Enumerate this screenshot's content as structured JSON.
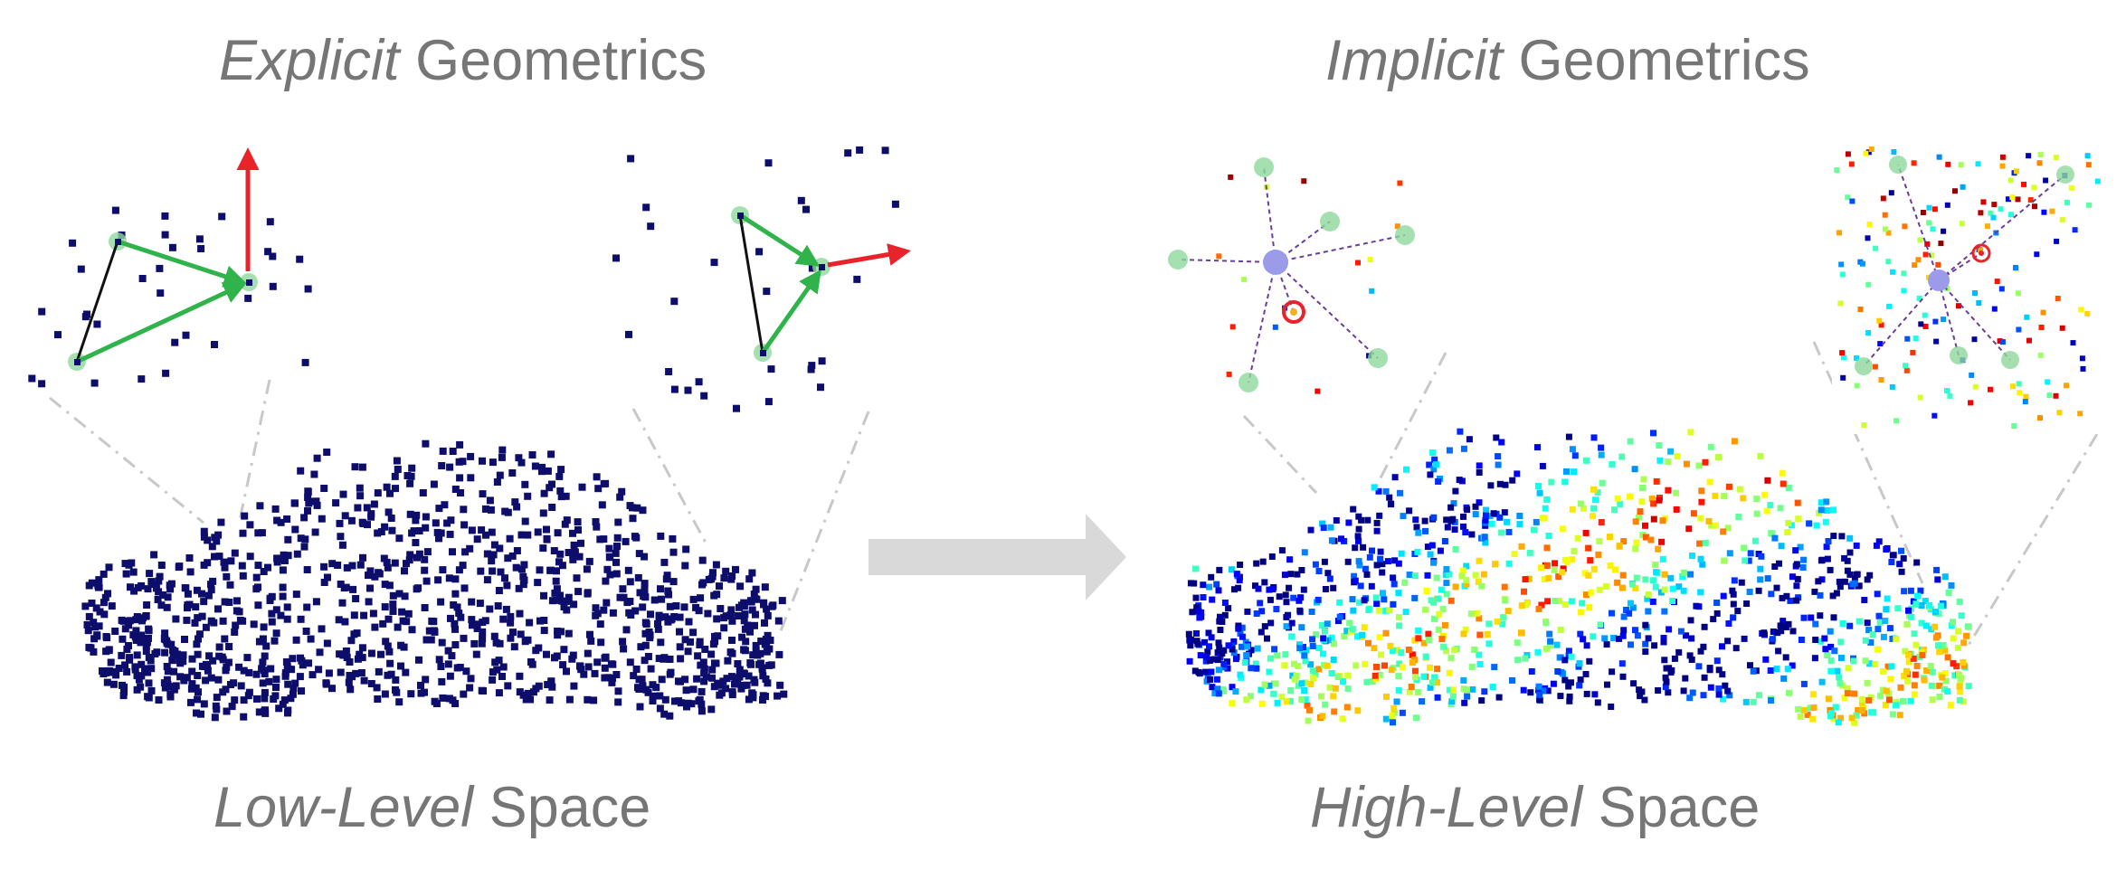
{
  "left_panel": {
    "title_italic": "Explicit",
    "title_rest": " Geometrics",
    "bottom_italic": "Low-Level",
    "bottom_rest": " Space"
  },
  "right_panel": {
    "title_italic": "Implicit",
    "title_rest": " Geometrics",
    "bottom_italic": "High-Level",
    "bottom_rest": " Space"
  },
  "colors": {
    "point_low": "#0d0d6b",
    "green_arrow": "#2fb34a",
    "red_arrow": "#e8242a",
    "guide_line": "#c8c8c8",
    "transition_arrow": "#d9d9d9",
    "center_node": "#9b9bea",
    "link_line": "#6a3d9a",
    "caption_text": "#767676"
  },
  "icons": [
    "car-point-cloud",
    "local-triangle-inset",
    "star-neighborhood-inset",
    "transition-arrow"
  ]
}
